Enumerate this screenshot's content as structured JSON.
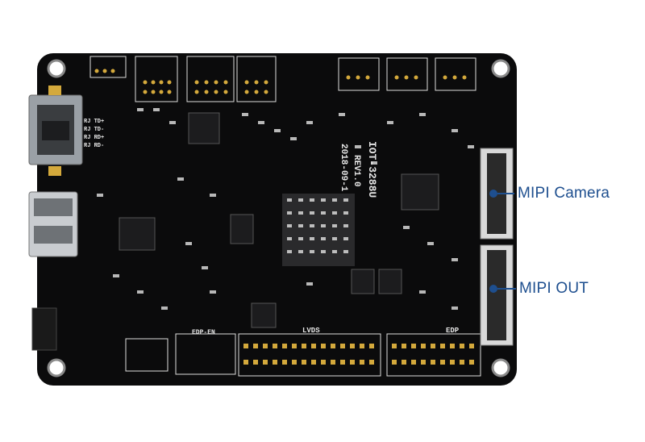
{
  "callouts": {
    "mipi_camera": "MIPI Camera",
    "mipi_out": "MIPI OUT"
  },
  "board": {
    "model": "IOT-3288U",
    "revision": "REV1.0",
    "date": "2018-09-1",
    "headers_bottom": [
      "LVDS",
      "EDP"
    ],
    "header_edp_en": "EDP-EN",
    "rj45_labels": [
      "RJ TD+",
      "RJ TD-",
      "RJ RD+",
      "RJ RD-"
    ]
  },
  "colors": {
    "pcb": "#0b0b0c",
    "silkscreen": "#e6e6e6",
    "gold": "#d4a93c",
    "callout": "#1e4f8f"
  }
}
